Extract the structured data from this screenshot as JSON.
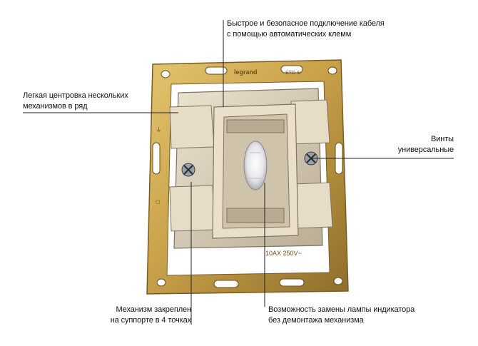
{
  "callouts": {
    "top": {
      "line1": "Быстрое и безопасное подключение кабеля",
      "line2": "с помощью автоматических клемм"
    },
    "left": {
      "line1": "Легкая центровка нескольких",
      "line2": "механизмов в ряд"
    },
    "right": {
      "line1": "Винты",
      "line2": "универсальные"
    },
    "bottom_left": {
      "line1": "Механизм закреплен",
      "line2": "на суппорте в 4 точках"
    },
    "bottom_right": {
      "line1": "Возможность замены лампы индикатора",
      "line2": "без демонтажа механизма"
    }
  },
  "product_markings": {
    "brand": "legrand",
    "rating": "10AX 250V~",
    "code_top": "STD IL"
  },
  "colors": {
    "plate_gold": "#c9a24a",
    "plate_gold_dark": "#8f6e2b",
    "body_beige": "#ddd2bd",
    "body_shadow": "#a99d86",
    "leader_line": "#222222"
  }
}
